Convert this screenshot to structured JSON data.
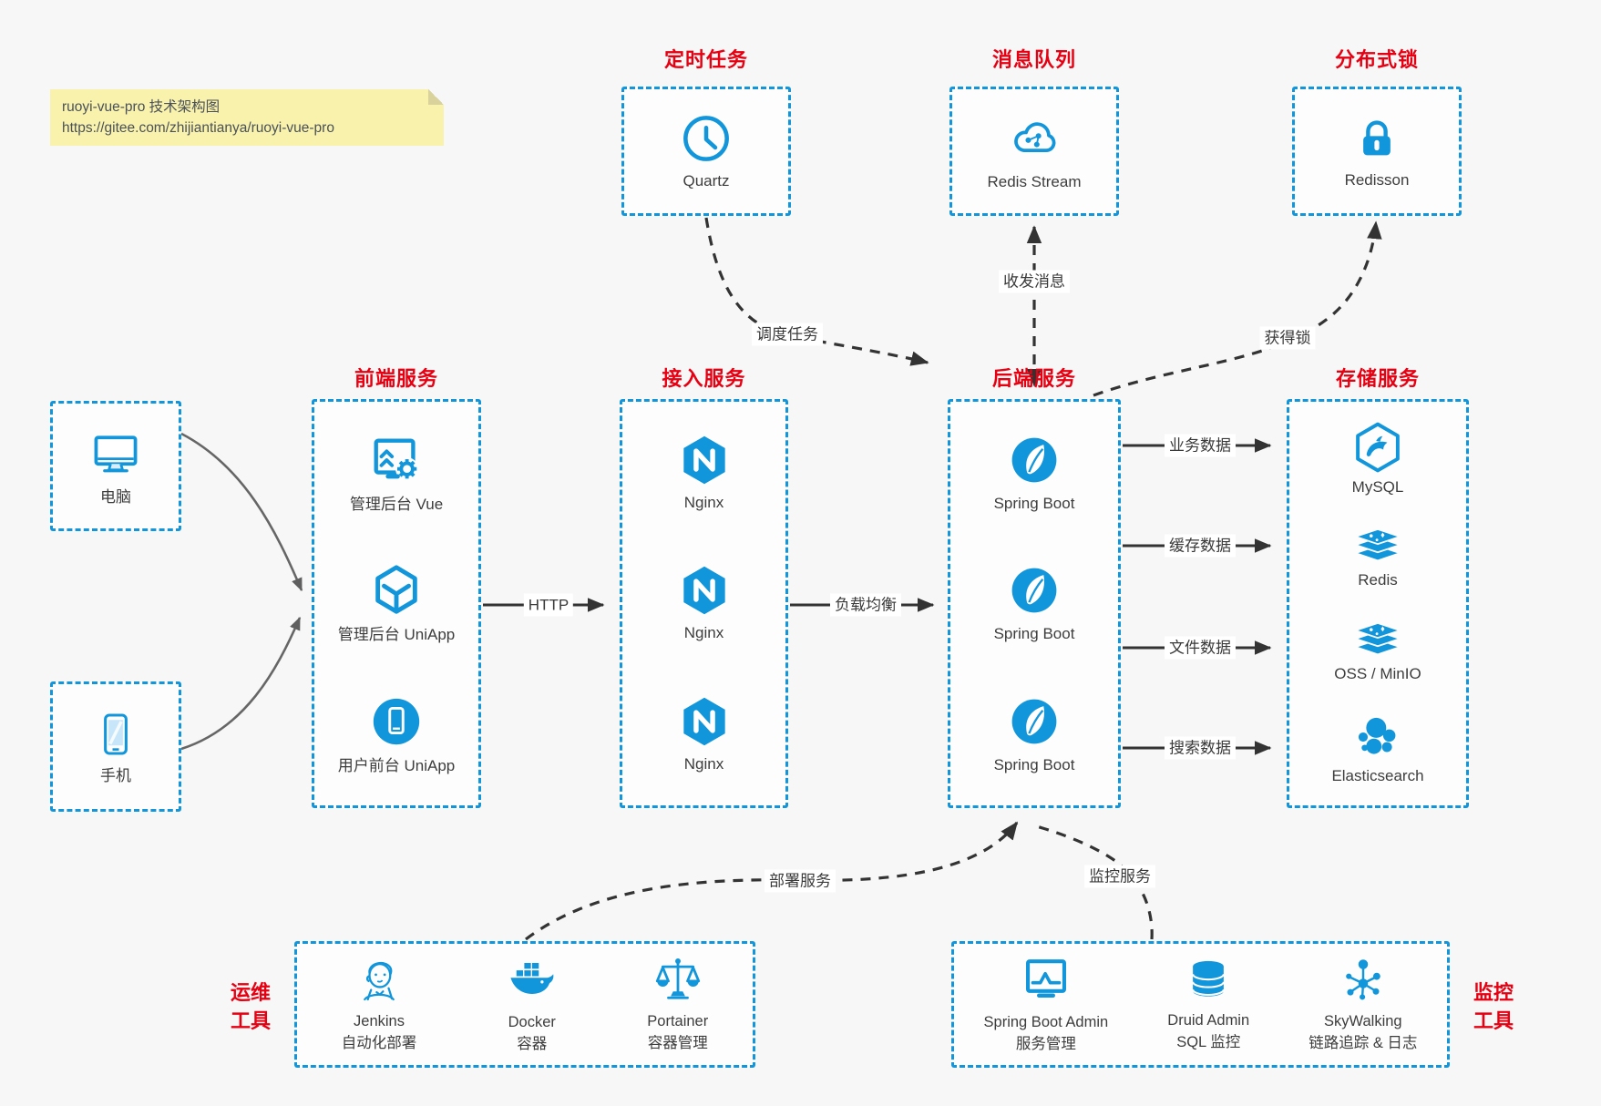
{
  "colors": {
    "icon_blue": "#1296db",
    "dashed_border_blue": "#1296db",
    "title_red": "#e60012",
    "arrow_dark": "#333333",
    "note_yellow": "#f9f2ad"
  },
  "note": {
    "line1": "ruoyi-vue-pro 技术架构图",
    "line2": "https://gitee.com/zhijiantianya/ruoyi-vue-pro"
  },
  "top": {
    "scheduler": {
      "title": "定时任务",
      "item": {
        "icon": "clock-icon",
        "label": "Quartz"
      }
    },
    "queue": {
      "title": "消息队列",
      "item": {
        "icon": "cloud-stream-icon",
        "label": "Redis Stream"
      }
    },
    "lock": {
      "title": "分布式锁",
      "item": {
        "icon": "padlock-icon",
        "label": "Redisson"
      }
    }
  },
  "clients": {
    "computer": {
      "label": "电脑"
    },
    "phone": {
      "label": "手机"
    }
  },
  "columns": {
    "frontend": {
      "title": "前端服务",
      "items": [
        {
          "icon": "admin-vue-icon",
          "label": "管理后台 Vue"
        },
        {
          "icon": "cube-icon",
          "label": "管理后台 UniApp"
        },
        {
          "icon": "user-app-icon",
          "label": "用户前台 UniApp"
        }
      ]
    },
    "gateway": {
      "title": "接入服务",
      "items": [
        {
          "icon": "nginx-icon",
          "label": "Nginx"
        },
        {
          "icon": "nginx-icon",
          "label": "Nginx"
        },
        {
          "icon": "nginx-icon",
          "label": "Nginx"
        }
      ]
    },
    "backend": {
      "title": "后端服务",
      "items": [
        {
          "icon": "spring-boot-icon",
          "label": "Spring Boot"
        },
        {
          "icon": "spring-boot-icon",
          "label": "Spring Boot"
        },
        {
          "icon": "spring-boot-icon",
          "label": "Spring Boot"
        }
      ]
    },
    "storage": {
      "title": "存储服务",
      "items": [
        {
          "icon": "mysql-icon",
          "label": "MySQL"
        },
        {
          "icon": "redis-stack-icon",
          "label": "Redis"
        },
        {
          "icon": "oss-stack-icon",
          "label": "OSS / MinIO"
        },
        {
          "icon": "elasticsearch-icon",
          "label": "Elasticsearch"
        }
      ]
    }
  },
  "bottom": {
    "ops": {
      "title_line1": "运维",
      "title_line2": "工具",
      "items": [
        {
          "icon": "jenkins-icon",
          "name": "Jenkins",
          "desc": "自动化部署"
        },
        {
          "icon": "docker-icon",
          "name": "Docker",
          "desc": "容器"
        },
        {
          "icon": "portainer-icon",
          "name": "Portainer",
          "desc": "容器管理"
        }
      ]
    },
    "monitoring": {
      "title_line1": "监控",
      "title_line2": "工具",
      "items": [
        {
          "icon": "monitor-chart-icon",
          "name": "Spring Boot Admin",
          "desc": "服务管理"
        },
        {
          "icon": "database-icon",
          "name": "Druid Admin",
          "desc": "SQL 监控"
        },
        {
          "icon": "molecule-icon",
          "name": "SkyWalking",
          "desc": "链路追踪 & 日志"
        }
      ]
    }
  },
  "edges": {
    "http": "HTTP",
    "load_balance": "负载均衡",
    "schedule": "调度任务",
    "messages": "收发消息",
    "acquire_lock": "获得锁",
    "biz_data": "业务数据",
    "cache_data": "缓存数据",
    "file_data": "文件数据",
    "search_data": "搜索数据",
    "deploy": "部署服务",
    "monitor": "监控服务"
  }
}
